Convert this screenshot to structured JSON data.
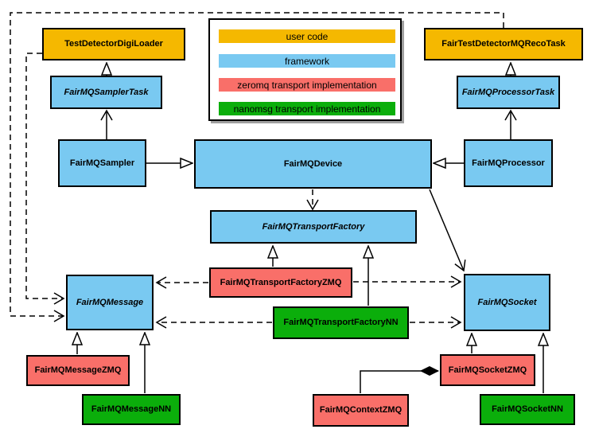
{
  "colors": {
    "user_code": "#F5B800",
    "framework": "#79C9F1",
    "zeromq": "#F96F69",
    "nanomsg": "#0BAE0B",
    "edge": "#000000",
    "background": "#FFFFFF",
    "legend_shadow": "#A0A0A0"
  },
  "legend": {
    "items": [
      {
        "label": "user code",
        "role": "user_code"
      },
      {
        "label": "framework",
        "role": "framework"
      },
      {
        "label": "zeromq transport implementation",
        "role": "zeromq"
      },
      {
        "label": "nanomsg transport implementation",
        "role": "nanomsg"
      }
    ]
  },
  "nodes": {
    "digi_loader": {
      "label": "TestDetectorDigiLoader",
      "role": "user_code",
      "abstract": false
    },
    "sampler_task": {
      "label": "FairMQSamplerTask",
      "role": "framework",
      "abstract": true
    },
    "sampler": {
      "label": "FairMQSampler",
      "role": "framework",
      "abstract": false
    },
    "reco_task": {
      "label": "FairTestDetectorMQRecoTask",
      "role": "user_code",
      "abstract": false
    },
    "processor_task": {
      "label": "FairMQProcessorTask",
      "role": "framework",
      "abstract": true
    },
    "processor": {
      "label": "FairMQProcessor",
      "role": "framework",
      "abstract": false
    },
    "device": {
      "label": "FairMQDevice",
      "role": "framework",
      "abstract": false
    },
    "transport_factory": {
      "label": "FairMQTransportFactory",
      "role": "framework",
      "abstract": true
    },
    "transport_factory_zmq": {
      "label": "FairMQTransportFactoryZMQ",
      "role": "zeromq",
      "abstract": false
    },
    "transport_factory_nn": {
      "label": "FairMQTransportFactoryNN",
      "role": "nanomsg",
      "abstract": false
    },
    "message": {
      "label": "FairMQMessage",
      "role": "framework",
      "abstract": true
    },
    "socket": {
      "label": "FairMQSocket",
      "role": "framework",
      "abstract": true
    },
    "message_zmq": {
      "label": "FairMQMessageZMQ",
      "role": "zeromq",
      "abstract": false
    },
    "message_nn": {
      "label": "FairMQMessageNN",
      "role": "nanomsg",
      "abstract": false
    },
    "socket_zmq": {
      "label": "FairMQSocketZMQ",
      "role": "zeromq",
      "abstract": false
    },
    "context_zmq": {
      "label": "FairMQContextZMQ",
      "role": "zeromq",
      "abstract": false
    },
    "socket_nn": {
      "label": "FairMQSocketNN",
      "role": "nanomsg",
      "abstract": false
    }
  },
  "edges": [
    {
      "from": "sampler_task",
      "to": "digi_loader",
      "type": "generalization-triangle"
    },
    {
      "from": "sampler",
      "to": "sampler_task",
      "type": "open-arrow"
    },
    {
      "from": "processor_task",
      "to": "reco_task",
      "type": "generalization-triangle"
    },
    {
      "from": "processor",
      "to": "processor_task",
      "type": "open-arrow"
    },
    {
      "from": "sampler",
      "to": "device",
      "type": "generalization-triangle"
    },
    {
      "from": "processor",
      "to": "device",
      "type": "generalization-triangle"
    },
    {
      "from": "device",
      "to": "transport_factory",
      "type": "dashed-dependency"
    },
    {
      "from": "transport_factory_zmq",
      "to": "transport_factory",
      "type": "generalization-triangle"
    },
    {
      "from": "transport_factory_nn",
      "to": "transport_factory",
      "type": "generalization-triangle"
    },
    {
      "from": "device",
      "to": "socket",
      "type": "open-arrow"
    },
    {
      "from": "message_zmq",
      "to": "message",
      "type": "generalization-triangle"
    },
    {
      "from": "message_nn",
      "to": "message",
      "type": "generalization-triangle"
    },
    {
      "from": "socket_zmq",
      "to": "socket",
      "type": "generalization-triangle"
    },
    {
      "from": "socket_nn",
      "to": "socket",
      "type": "generalization-triangle"
    },
    {
      "from": "context_zmq",
      "to": "socket_zmq",
      "type": "composition-diamond"
    },
    {
      "from": "transport_factory_zmq",
      "to": "message",
      "type": "dashed-dependency"
    },
    {
      "from": "transport_factory_zmq",
      "to": "socket",
      "type": "dashed-dependency"
    },
    {
      "from": "transport_factory_nn",
      "to": "message",
      "type": "dashed-dependency"
    },
    {
      "from": "transport_factory_nn",
      "to": "socket",
      "type": "dashed-dependency"
    },
    {
      "from": "digi_loader",
      "to": "message",
      "type": "dashed-dependency"
    },
    {
      "from": "reco_task",
      "to": "message",
      "type": "dashed-dependency"
    }
  ]
}
